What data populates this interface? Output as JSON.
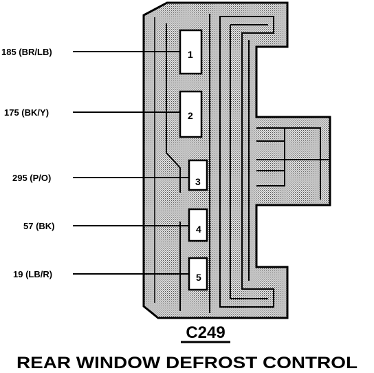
{
  "connector": {
    "id": "C249",
    "title": "REAR WINDOW DEFROST CONTROL"
  },
  "pins": [
    {
      "number": "1",
      "wire": "185 (BR/LB)"
    },
    {
      "number": "2",
      "wire": "175 (BK/Y)"
    },
    {
      "number": "3",
      "wire": "295 (P/O)"
    },
    {
      "number": "4",
      "wire": "57 (BK)"
    },
    {
      "number": "5",
      "wire": "19 (LB/R)"
    }
  ],
  "colors": {
    "ink": "#000000",
    "fill": "#d4d4d4"
  }
}
